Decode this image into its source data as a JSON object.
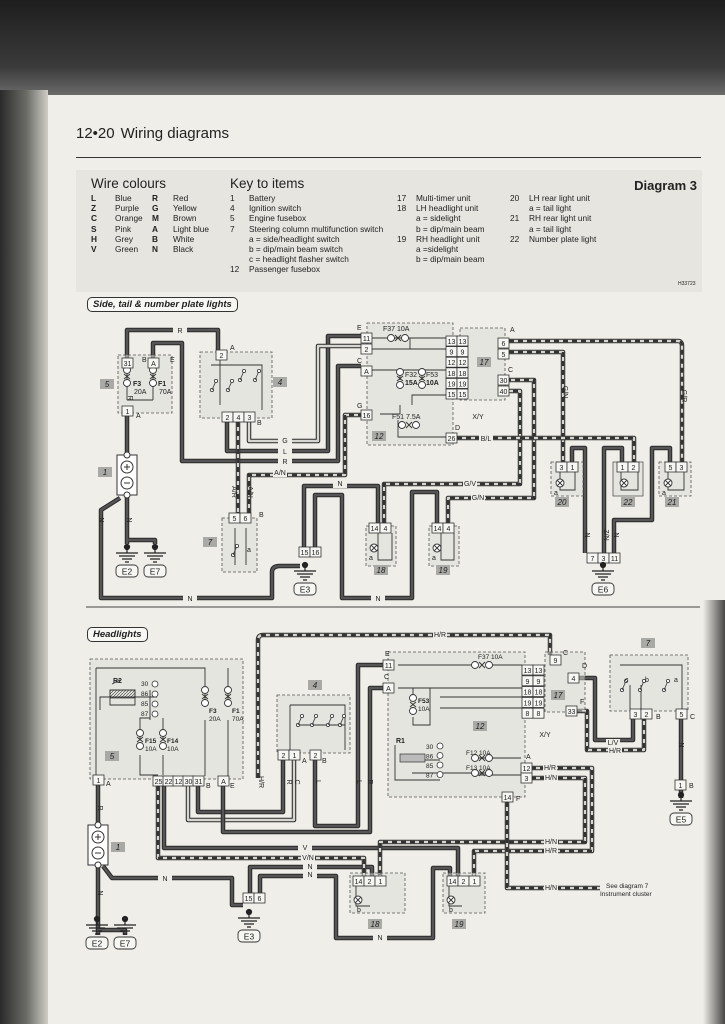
{
  "header": {
    "page_number": "12•20",
    "title": "Wiring diagrams",
    "diagram_label": "Diagram 3",
    "ref_code": "H33723"
  },
  "wire_colours": {
    "title": "Wire colours",
    "items": [
      {
        "code": "L",
        "name": "Blue"
      },
      {
        "code": "Z",
        "name": "Purple"
      },
      {
        "code": "C",
        "name": "Orange"
      },
      {
        "code": "S",
        "name": "Pink"
      },
      {
        "code": "H",
        "name": "Grey"
      },
      {
        "code": "V",
        "name": "Green"
      },
      {
        "code": "R",
        "name": "Red"
      },
      {
        "code": "G",
        "name": "Yellow"
      },
      {
        "code": "M",
        "name": "Brown"
      },
      {
        "code": "A",
        "name": "Light blue"
      },
      {
        "code": "B",
        "name": "White"
      },
      {
        "code": "N",
        "name": "Black"
      }
    ]
  },
  "key": {
    "title": "Key to items",
    "items": [
      {
        "num": "1",
        "label": "Battery"
      },
      {
        "num": "4",
        "label": "Ignition switch"
      },
      {
        "num": "5",
        "label": "Engine fusebox"
      },
      {
        "num": "7",
        "label": "Steering column multifunction switch"
      },
      {
        "num": "",
        "label": "a = side/headlight switch"
      },
      {
        "num": "",
        "label": "b = dip/main beam switch"
      },
      {
        "num": "",
        "label": "c = headlight flasher switch"
      },
      {
        "num": "12",
        "label": "Passenger fusebox"
      },
      {
        "num": "17",
        "label": "Multi-timer unit"
      },
      {
        "num": "18",
        "label": "LH headlight unit"
      },
      {
        "num": "",
        "label": "a = sidelight"
      },
      {
        "num": "",
        "label": "b = dip/main beam"
      },
      {
        "num": "19",
        "label": "RH headlight unit"
      },
      {
        "num": "",
        "label": "a =sidelight"
      },
      {
        "num": "",
        "label": "b = dip/main beam"
      },
      {
        "num": "20",
        "label": "LH rear light unit"
      },
      {
        "num": "",
        "label": "a = tail light"
      },
      {
        "num": "21",
        "label": "RH rear light unit"
      },
      {
        "num": "",
        "label": "a = tail light"
      },
      {
        "num": "22",
        "label": "Number plate light"
      }
    ]
  },
  "d1": {
    "title": "Side, tail & number plate lights",
    "connectors": [
      "31",
      "A",
      "1",
      "2",
      "2",
      "4",
      "3",
      "11",
      "2",
      "A",
      "16",
      "13",
      "13",
      "9",
      "9",
      "12",
      "12",
      "18",
      "18",
      "19",
      "19",
      "15",
      "15",
      "6",
      "5",
      "30",
      "40",
      "26",
      "5",
      "6",
      "15",
      "16",
      "14",
      "4",
      "14",
      "4",
      "3",
      "1",
      "1",
      "2",
      "5",
      "3",
      "7",
      "3",
      "11"
    ],
    "pins": [
      "B",
      "E",
      "A",
      "A",
      "B",
      "E",
      "C",
      "G",
      "A",
      "C",
      "D",
      "B"
    ],
    "fuses": [
      "F3",
      "20A",
      "F1",
      "70A",
      "F37 10A",
      "F32",
      "15A",
      "F53",
      "10A",
      "F51 7.5A"
    ],
    "wires": [
      "R",
      "R",
      "G",
      "L",
      "R",
      "A/N",
      "A/R",
      "A/N",
      "N",
      "N",
      "N",
      "N",
      "N",
      "G/V",
      "G/N",
      "B/L",
      "G/N",
      "G/R",
      "N",
      "Z/N",
      "N",
      "X/Y"
    ],
    "badges": [
      "5",
      "4",
      "12",
      "17",
      "1",
      "7",
      "18",
      "19",
      "20",
      "22",
      "21"
    ],
    "grounds": [
      "E2",
      "E7",
      "E3",
      "E6"
    ],
    "letters": [
      "a",
      "a",
      "a",
      "a",
      "a"
    ]
  },
  "d2": {
    "title": "Headlights",
    "connectors": [
      "1",
      "25",
      "22",
      "12",
      "30",
      "31",
      "A",
      "2",
      "1",
      "2",
      "15",
      "6",
      "11",
      "A",
      "13",
      "13",
      "9",
      "9",
      "18",
      "18",
      "19",
      "19",
      "8",
      "8",
      "9",
      "4",
      "33",
      "12",
      "3",
      "14",
      "3",
      "2",
      "5",
      "1",
      "14",
      "2",
      "1",
      "14",
      "2",
      "1"
    ],
    "relay_names": [
      "R2",
      "R1"
    ],
    "relay_pins": [
      "30",
      "86",
      "85",
      "87",
      "30",
      "86",
      "85",
      "87"
    ],
    "pins": [
      "A",
      "B",
      "E",
      "A",
      "B",
      "E",
      "C",
      "C",
      "D",
      "F",
      "A",
      "F",
      "B",
      "C",
      "B"
    ],
    "fuses": [
      "F3",
      "20A",
      "F1",
      "70A",
      "F15",
      "10A",
      "F14",
      "10A",
      "F37 10A",
      "F53",
      "10A",
      "F12 10A",
      "F13 10A"
    ],
    "wires": [
      "H/R",
      "H/R",
      "R",
      "C",
      "L",
      "L",
      "R",
      "R",
      "N",
      "N",
      "V",
      "V/N",
      "N",
      "N",
      "N",
      "L/V",
      "H/R",
      "H/R",
      "H/N",
      "H/N",
      "H/R",
      "H/N",
      "N",
      "X/Y"
    ],
    "letters": [
      "c",
      "b",
      "a",
      "b",
      "b"
    ],
    "badges": [
      "5",
      "4",
      "12",
      "17",
      "7",
      "1",
      "18",
      "19"
    ],
    "grounds": [
      "E2",
      "E7",
      "E3",
      "E5"
    ],
    "note": [
      "See diagram 7",
      "Instrument cluster"
    ]
  }
}
